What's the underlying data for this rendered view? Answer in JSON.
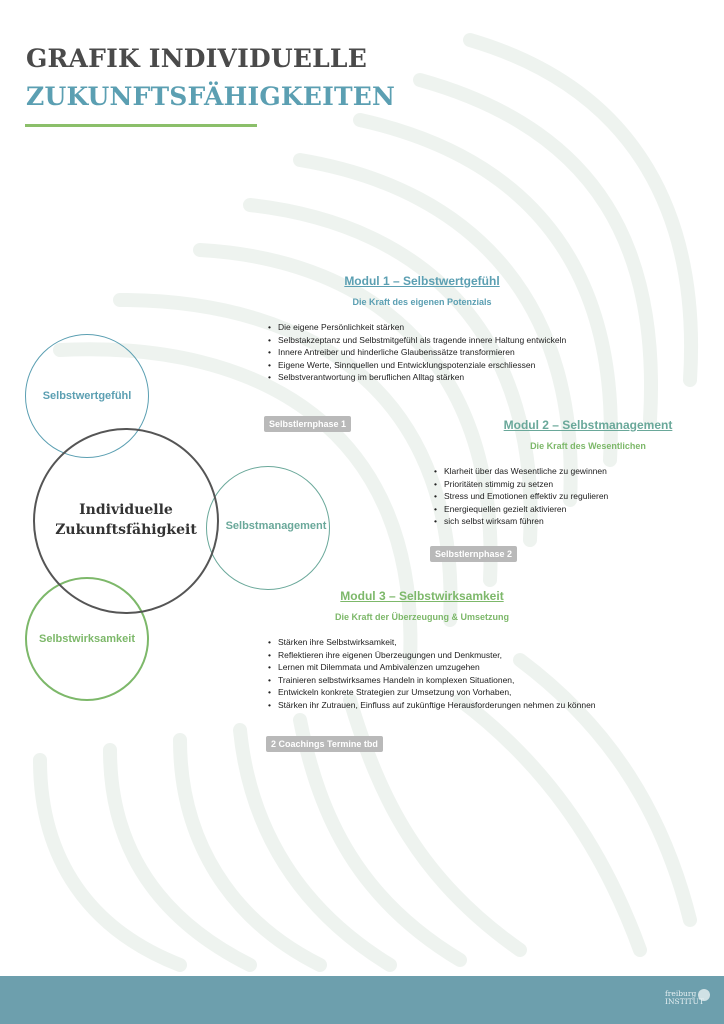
{
  "header": {
    "title_line1": "GRAFIK INDIVIDUELLE",
    "title_line2": "ZUKUNFTSFÄHIGKEITEN"
  },
  "diagram": {
    "center": "Individuelle\nZukunftsfähigkeit",
    "selbstwert": "Selbstwertgefühl",
    "selbstmanagement": "Selbstmanagement",
    "selbstwirksamkeit": "Selbstwirksamkeit"
  },
  "modules": [
    {
      "title": "Modul 1 – Selbstwertgefühl",
      "subtitle": "Die Kraft des eigenen Potenzials",
      "bullets": [
        "Die eigene Persönlichkeit stärken",
        "Selbstakzeptanz und Selbstmitgefühl als tragende innere Haltung entwickeln",
        "Innere Antreiber und hinderliche Glaubenssätze transformieren",
        "Eigene Werte, Sinnquellen und Entwicklungspotenziale erschliessen",
        "Selbstverantwortung im beruflichen Alltag stärken"
      ],
      "badge": "Selbstlernphase 1"
    },
    {
      "title": "Modul 2 – Selbstmanagement",
      "subtitle": "Die Kraft des Wesentlichen",
      "bullets": [
        "Klarheit über das Wesentliche zu gewinnen",
        "Prioritäten stimmig zu setzen",
        "Stress und Emotionen effektiv zu regulieren",
        "Energiequellen gezielt aktivieren",
        "sich selbst wirksam führen"
      ],
      "badge": "Selbstlernphase 2"
    },
    {
      "title": "Modul 3 – Selbstwirksamkeit",
      "subtitle": "Die Kraft der Überzeugung & Umsetzung",
      "bullets": [
        "Stärken ihre Selbstwirksamkeit,",
        "Reflektieren ihre eigenen Überzeugungen und Denkmuster,",
        "Lernen mit Dilemmata und Ambivalenzen umzugehen",
        "Trainieren selbstwirksames Handeln in komplexen Situationen,",
        "Entwickeln konkrete Strategien zur Umsetzung von Vorhaben,",
        "Stärken ihr Zutrauen, Einfluss auf zukünftige Herausforderungen nehmen zu können"
      ],
      "badge": "2 Coachings Termine tbd"
    }
  ],
  "footer": {
    "logo_line1": "freiburg",
    "logo_line2": "INSTITUT"
  },
  "colors": {
    "blue": "#5b9fb2",
    "green": "#7db86a",
    "teal": "#6aa89a",
    "dark": "#4a4a4a",
    "footer": "#6d9fad"
  }
}
